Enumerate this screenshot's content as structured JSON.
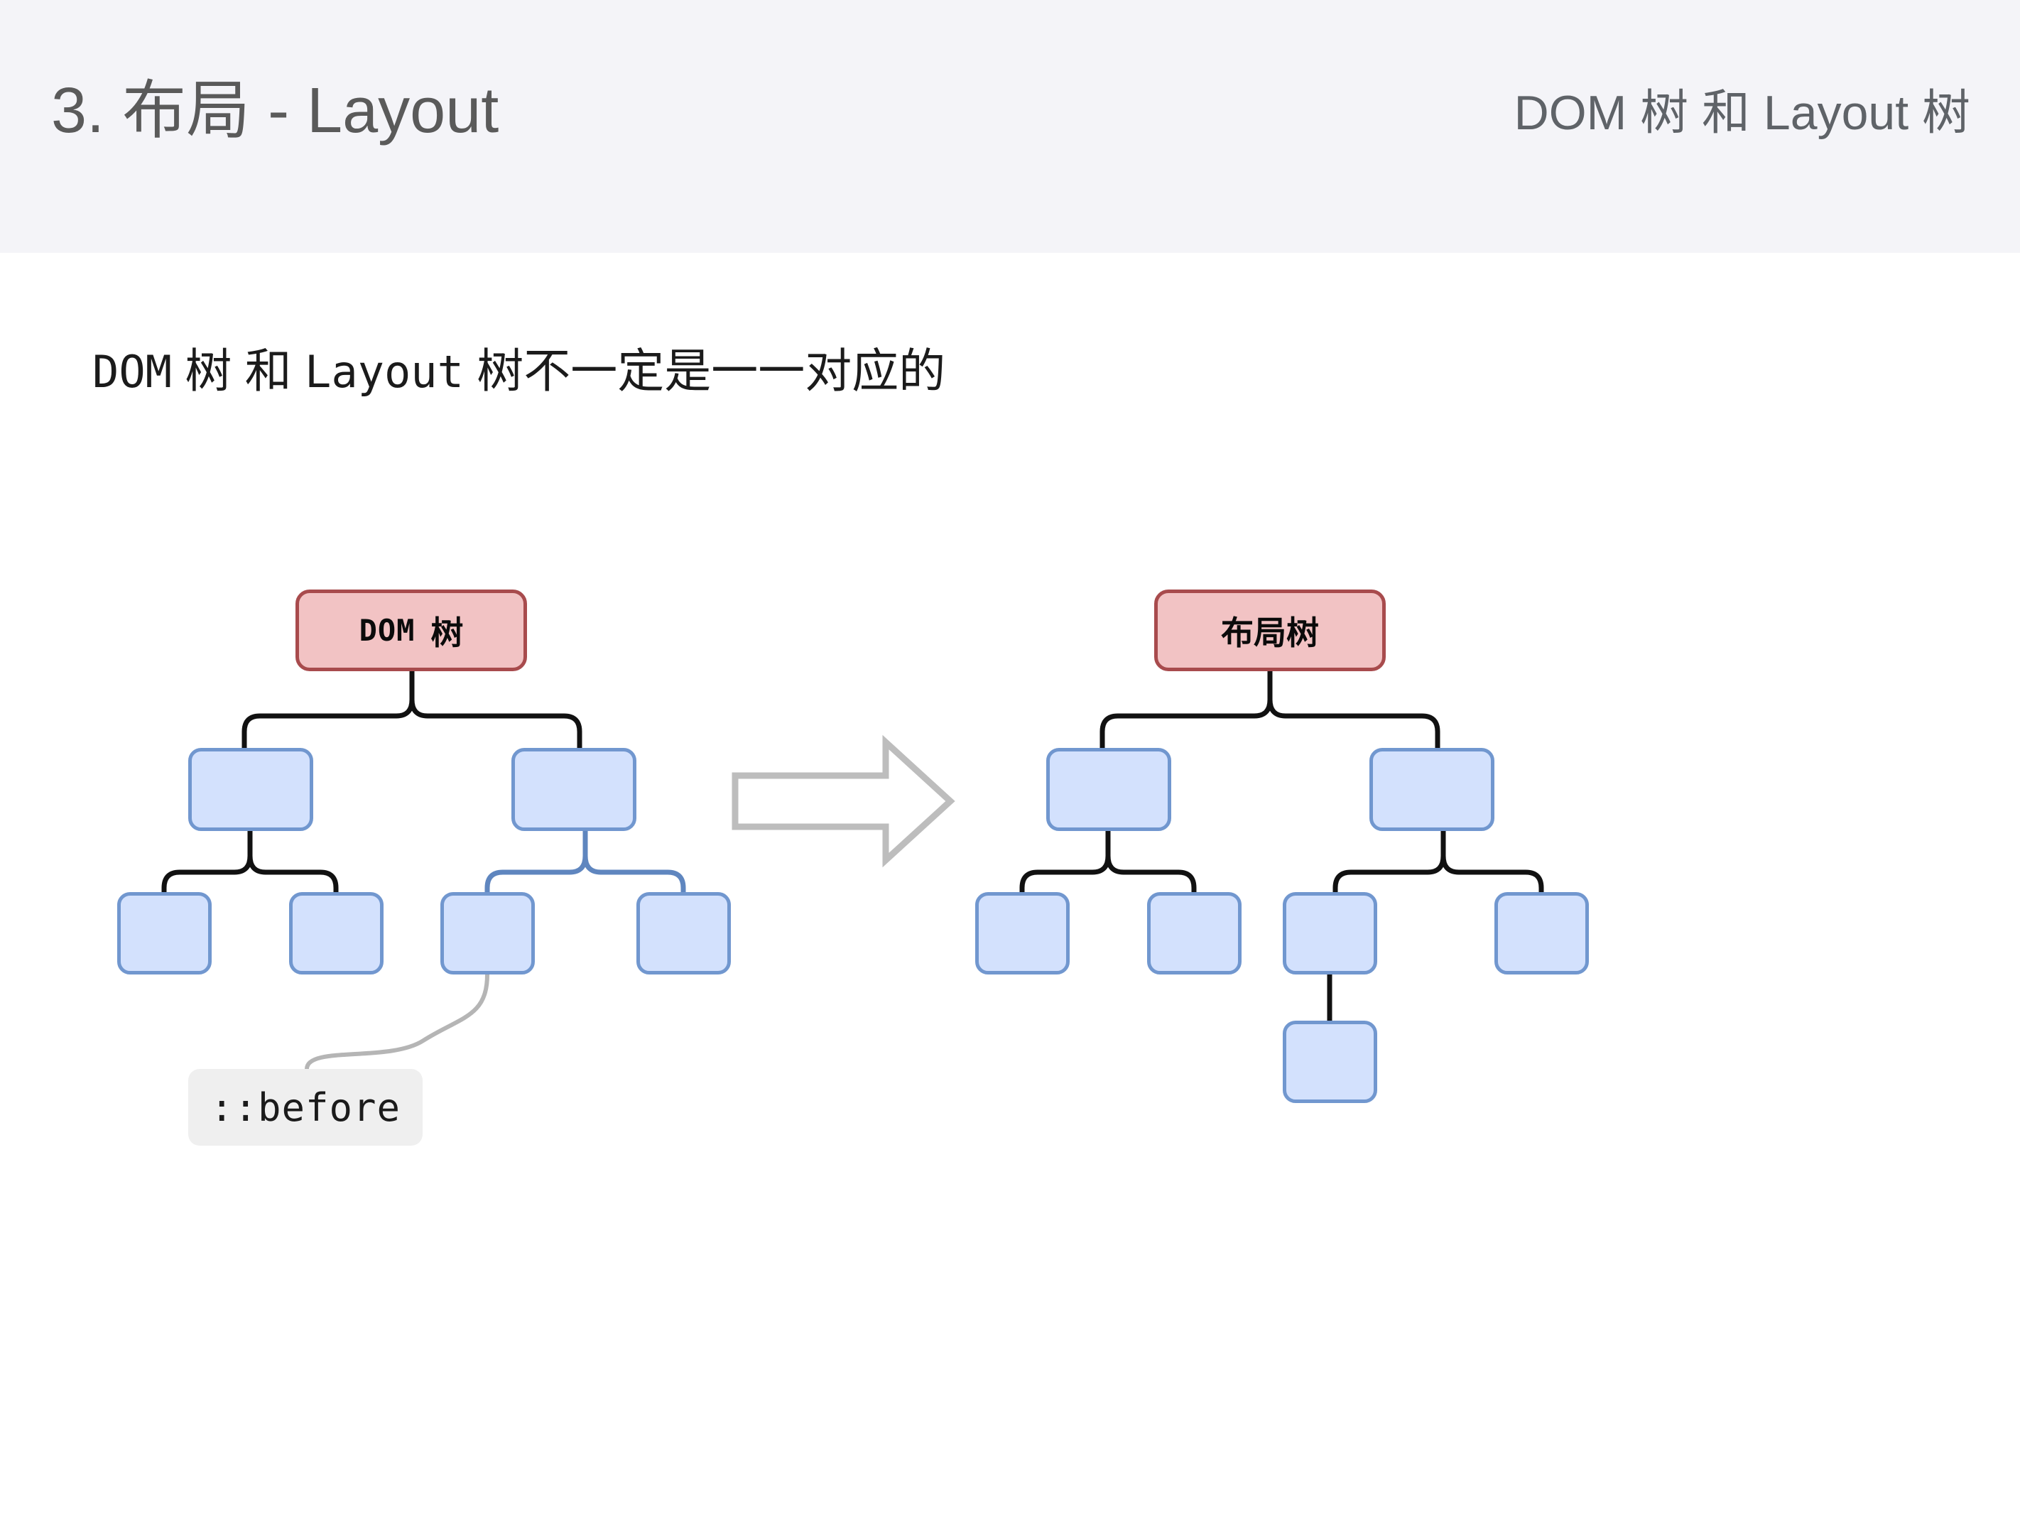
{
  "header": {
    "title": "3. 布局 - Layout",
    "subtitle": "DOM 树 和 Layout 树",
    "band_color": "#f4f4f8",
    "title_color": "#5a5a5a",
    "subtitle_color": "#5f6368"
  },
  "body": {
    "headline_parts": {
      "mono_1": "DOM",
      "cjk_1": " 树 和 ",
      "mono_2": "Layout",
      "cjk_2": " 树不一定是一一对应的"
    },
    "headline_full": "DOM 树 和 Layout 树不一定是一一对应的"
  },
  "diagram": {
    "arrow": {
      "name": "transform-arrow",
      "direction": "right",
      "stroke_color": "#bdbdbd",
      "fill": "none"
    },
    "palette": {
      "root_fill": "#f2c3c4",
      "root_border": "#a84b4d",
      "node_fill": "#d3e1fd",
      "node_border": "#7197cf",
      "connector_black": "#111111",
      "connector_blue": "#5f86bf",
      "leader_gray": "#b5b5b5",
      "callout_bg": "#efefef"
    },
    "left_tree": {
      "name": "dom-tree",
      "root_label_mono": "DOM",
      "root_label_cjk": "树",
      "root_label": "DOM 树",
      "node_count": 7,
      "levels": [
        1,
        2,
        4
      ]
    },
    "right_tree": {
      "name": "layout-tree",
      "root_label": "布局树",
      "node_count": 8,
      "levels": [
        1,
        2,
        4,
        1
      ]
    },
    "callout": {
      "name": "before-pseudo-element-callout",
      "text": "::before"
    }
  }
}
